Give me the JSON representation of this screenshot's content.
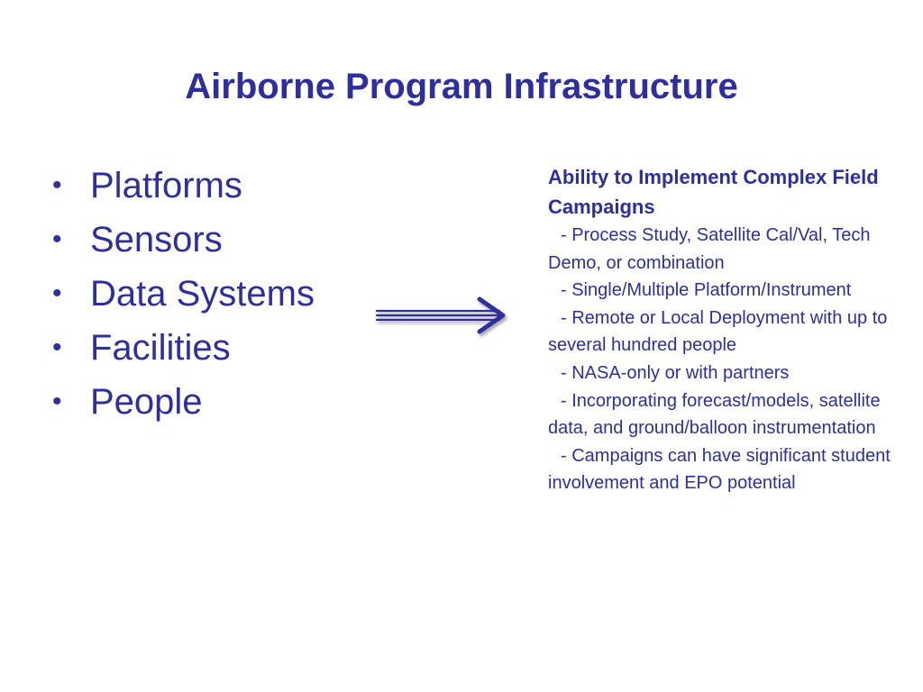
{
  "slide": {
    "title": "Airborne Program Infrastructure",
    "bullet_symbol": "•",
    "bullets": [
      "Platforms",
      "Sensors",
      "Data Systems",
      "Facilities",
      "People"
    ],
    "details": {
      "heading": "Ability to Implement Complex Field Campaigns",
      "items": [
        "-  Process Study, Satellite Cal/Val, Tech Demo, or combination",
        "-  Single/Multiple Platform/Instrument",
        "- Remote or Local Deployment with up to several hundred people",
        "- NASA-only or with partners",
        "- Incorporating forecast/models, satellite data, and ground/balloon instrumentation",
        "- Campaigns can have significant student involvement and EPO potential"
      ]
    }
  },
  "colors": {
    "text": "#2e2e9e",
    "arrow": "#2e2e9e",
    "background": "#ffffff"
  },
  "icons": {
    "arrow": "right-arrow-icon"
  }
}
